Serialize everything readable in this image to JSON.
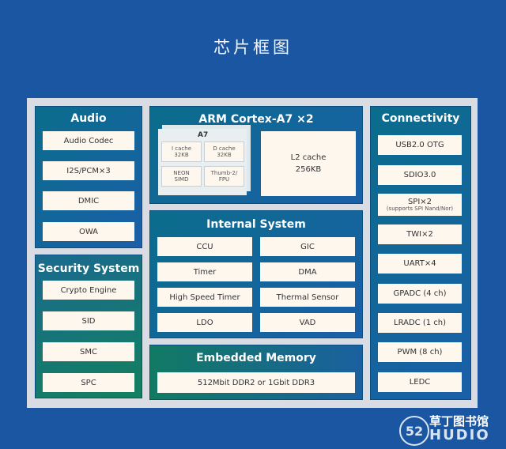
{
  "page_title": "芯片框图",
  "audio": {
    "title": "Audio",
    "items": [
      "Audio Codec",
      "I2S/PCM×3",
      "DMIC",
      "OWA"
    ]
  },
  "security": {
    "title": "Security System",
    "items": [
      "Crypto Engine",
      "SID",
      "SMC",
      "SPC"
    ]
  },
  "arm": {
    "title": "ARM Cortex-A7 ×2",
    "a7": {
      "label": "A7",
      "cells": [
        {
          "line1": "I cache",
          "line2": "32KB"
        },
        {
          "line1": "D cache",
          "line2": "32KB"
        },
        {
          "line1": "NEON",
          "line2": "SIMD"
        },
        {
          "line1": "Thumb-2/",
          "line2": "FPU"
        }
      ]
    },
    "l2": {
      "line1": "L2 cache",
      "line2": "256KB"
    }
  },
  "internal": {
    "title": "Internal System",
    "items": [
      "CCU",
      "GIC",
      "Timer",
      "DMA",
      "High Speed Timer",
      "Thermal Sensor",
      "LDO",
      "VAD"
    ]
  },
  "memory": {
    "title": "Embedded Memory",
    "item": "512Mbit DDR2 or 1Gbit DDR3"
  },
  "connectivity": {
    "title": "Connectivity",
    "items": [
      {
        "line1": "USB2.0 OTG",
        "line2": ""
      },
      {
        "line1": "SDIO3.0",
        "line2": ""
      },
      {
        "line1": "SPI×2",
        "line2": "(supports SPI Nand/Nor)"
      },
      {
        "line1": "TWI×2",
        "line2": ""
      },
      {
        "line1": "UART×4",
        "line2": ""
      },
      {
        "line1": "GPADC (4 ch)",
        "line2": ""
      },
      {
        "line1": "LRADC (1 ch)",
        "line2": ""
      },
      {
        "line1": "PWM (8 ch)",
        "line2": ""
      },
      {
        "line1": "LEDC",
        "line2": ""
      }
    ]
  },
  "watermark": {
    "number": "52",
    "cn": "草丁图书馆",
    "en": "HUDIO"
  }
}
